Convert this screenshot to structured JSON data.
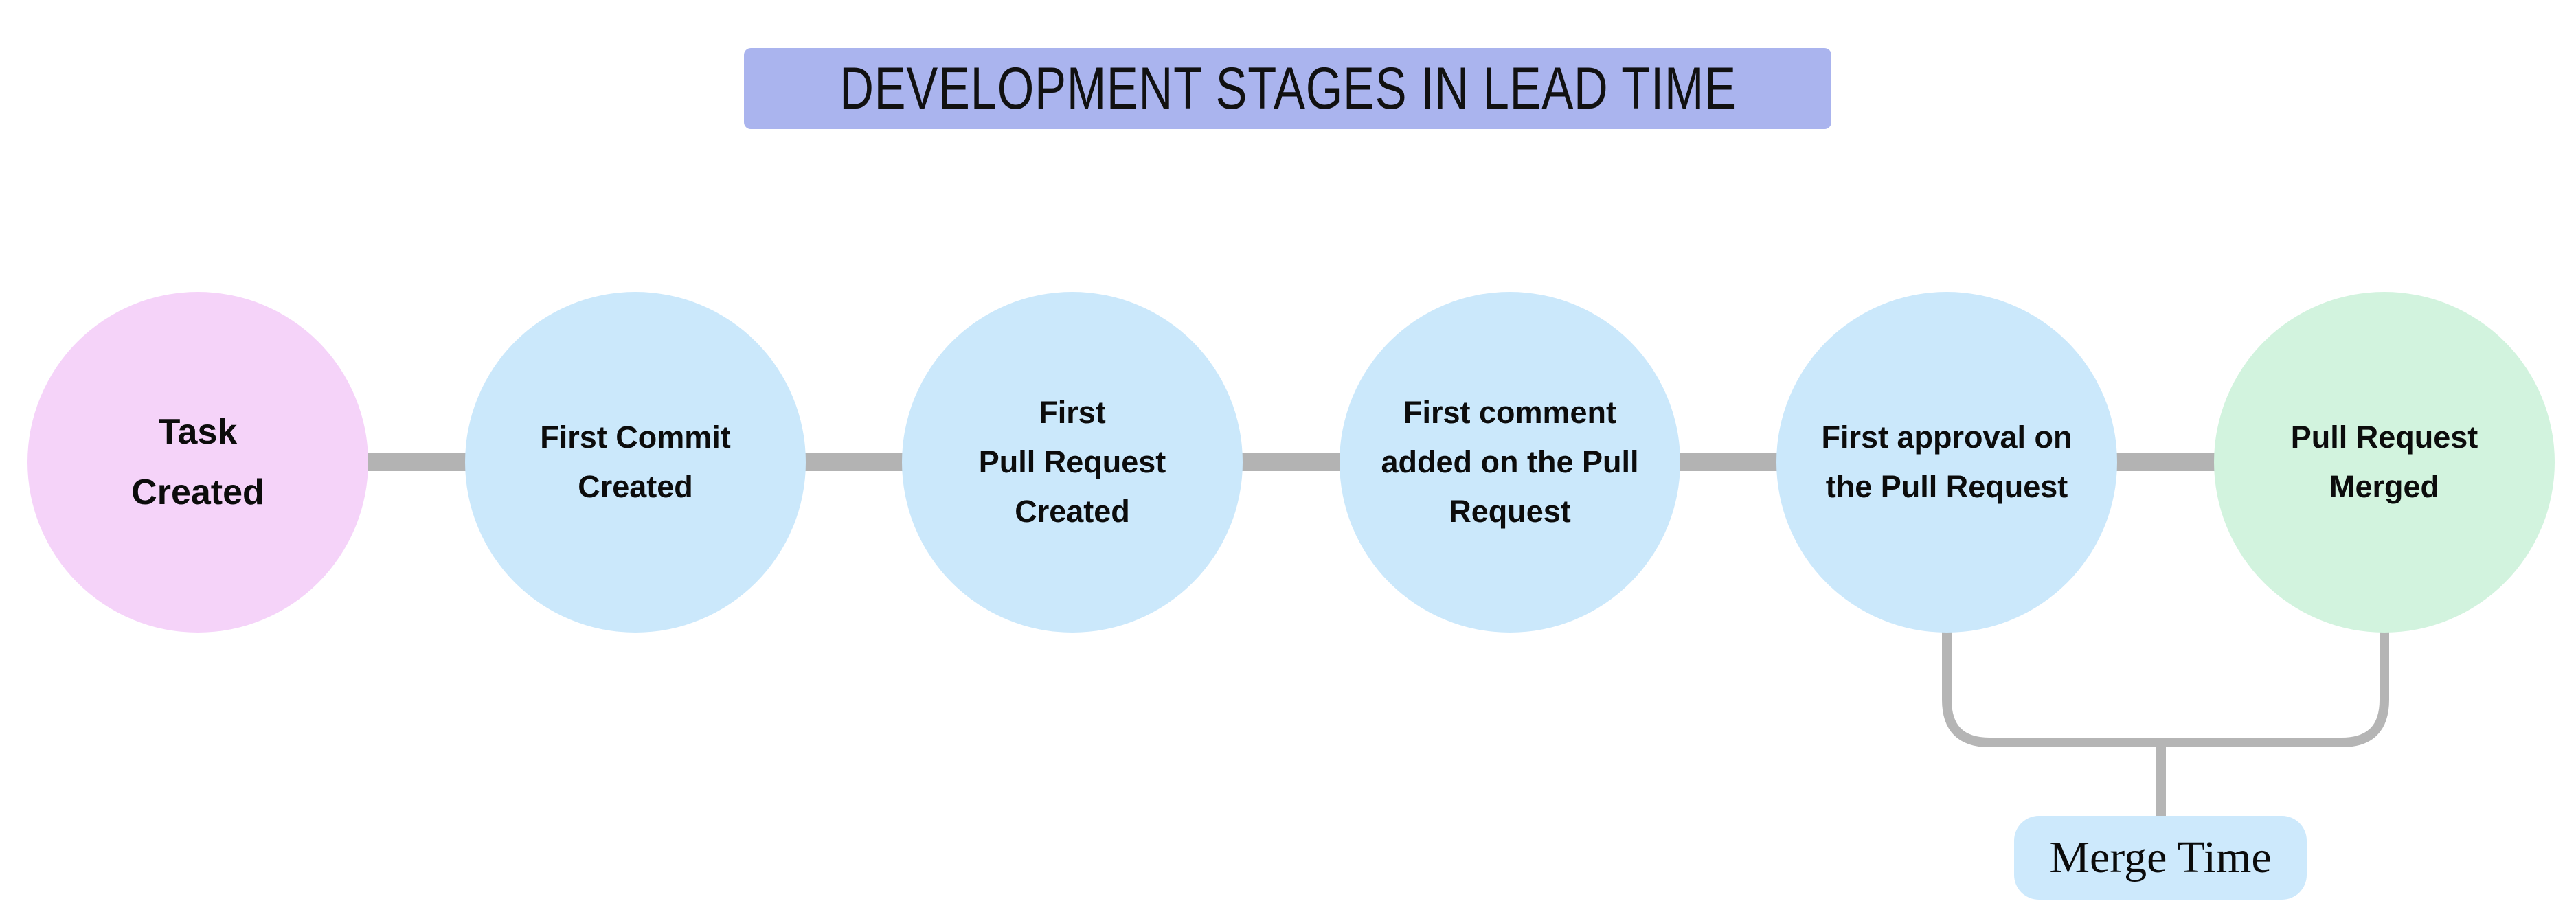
{
  "title": {
    "text": "DEVELOPMENT STAGES IN LEAD TIME"
  },
  "stages": [
    {
      "label": "Task\nCreated",
      "color": "#f5d3f9"
    },
    {
      "label": "First Commit\nCreated",
      "color": "#cbe8fb"
    },
    {
      "label": "First\nPull Request\nCreated",
      "color": "#cbe8fb"
    },
    {
      "label": "First comment\nadded on the Pull\nRequest",
      "color": "#cbe8fb"
    },
    {
      "label": "First approval on\nthe Pull Request",
      "color": "#cbe8fb"
    },
    {
      "label": "Pull Request\nMerged",
      "color": "#d2f3de"
    }
  ],
  "annotation": {
    "label": "Merge Time",
    "color": "#cde9fc"
  },
  "colors": {
    "background": "#ffffff",
    "title_bg": "#aab4ee",
    "connector": "#b3b3b3",
    "bracket": "#b5b5b5",
    "text": "#0d0d0d"
  }
}
